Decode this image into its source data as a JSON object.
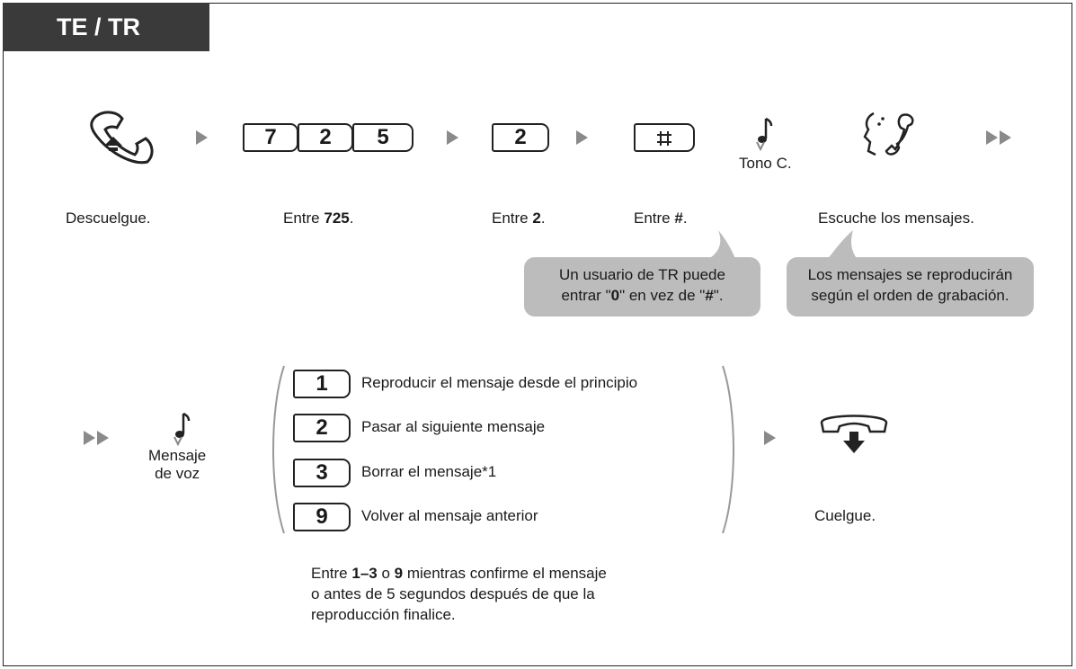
{
  "header": {
    "tab_label": "TE / TR"
  },
  "steps": {
    "offhook_label": "Descuelgue.",
    "enter_725_prefix": "Entre ",
    "enter_725_value": "725",
    "enter_725_suffix": ".",
    "enter_2_prefix": "Entre ",
    "enter_2_value": "2",
    "enter_2_suffix": ".",
    "enter_hash_prefix": "Entre ",
    "enter_hash_value": "#",
    "enter_hash_suffix": ".",
    "tone_label": "Tono C.",
    "listen_label": "Escuche los mensajes."
  },
  "keys": {
    "seq_725": [
      "7",
      "2",
      "5"
    ],
    "key_2": "2"
  },
  "bubbles": {
    "tr_line1": "Un usuario de TR puede",
    "tr_line2_a": "entrar \"",
    "tr_line2_b": "0",
    "tr_line2_c": "\" en vez de \"",
    "tr_line2_d": "#",
    "tr_line2_e": "\".",
    "order_line1": "Los mensajes se reproducirán",
    "order_line2": "según el orden de grabación."
  },
  "voice_message": {
    "line1": "Mensaje",
    "line2": "de voz"
  },
  "options": [
    {
      "key": "1",
      "text": "Reproducir el mensaje desde el principio"
    },
    {
      "key": "2",
      "text": "Pasar al siguiente mensaje"
    },
    {
      "key": "3",
      "text": "Borrar el mensaje*1"
    },
    {
      "key": "9",
      "text": "Volver al mensaje anterior"
    }
  ],
  "hangup_label": "Cuelgue.",
  "note": {
    "p1": "Entre ",
    "b1": "1–3",
    "p2": " o ",
    "b2": "9",
    "p3": " mientras confirme el mensaje",
    "line2": "o antes de 5 segundos después de que la",
    "line3": "reproducción finalice."
  },
  "colors": {
    "tab_bg": "#3a3a3a",
    "bubble_bg": "#bcbcbc",
    "arrow": "#8a8a8a"
  }
}
